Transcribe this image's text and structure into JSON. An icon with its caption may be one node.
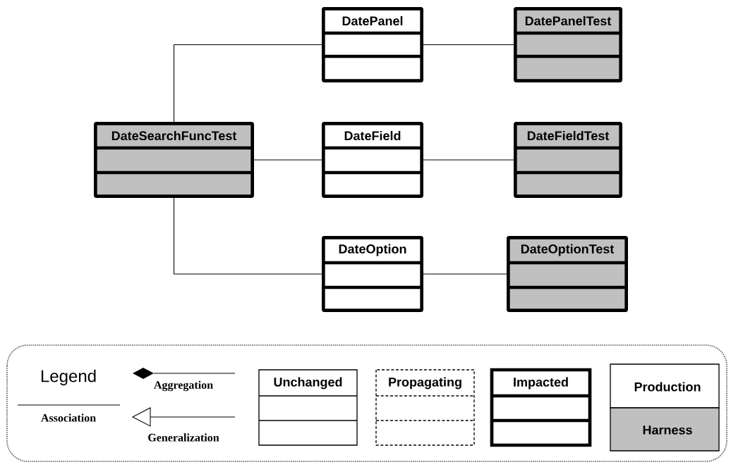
{
  "diagram": {
    "nodes": [
      {
        "text": [
          "DatePanel"
        ]
      },
      {
        "text": [
          "DatePanelTest"
        ]
      },
      {
        "text": [
          "DateSearchFuncTest"
        ]
      },
      {
        "text": [
          "DateField"
        ]
      },
      {
        "text": [
          "DateFieldTest"
        ]
      },
      {
        "text": [
          "DateOption"
        ]
      },
      {
        "text": [
          "DateOptionTest"
        ]
      }
    ],
    "edges": [
      {
        "from": 2,
        "to": 0,
        "arrow": "none"
      },
      {
        "from": 0,
        "to": 1,
        "arrow": "none"
      },
      {
        "from": 2,
        "to": 3,
        "arrow": "none"
      },
      {
        "from": 3,
        "to": 4,
        "arrow": "none"
      },
      {
        "from": 2,
        "to": 5,
        "arrow": "none"
      },
      {
        "from": 5,
        "to": 6,
        "arrow": "none"
      }
    ],
    "labels": [
      "Legend"
    ],
    "legend": [
      {
        "text": "Association"
      },
      {
        "text": "Aggregation"
      },
      {
        "text": "Generalization"
      },
      {
        "text": "Unchanged"
      },
      {
        "text": "Propagating"
      },
      {
        "text": "Impacted"
      },
      {
        "text": "Production"
      },
      {
        "text": "Harness",
        "color": "#c0c0c0"
      }
    ]
  }
}
